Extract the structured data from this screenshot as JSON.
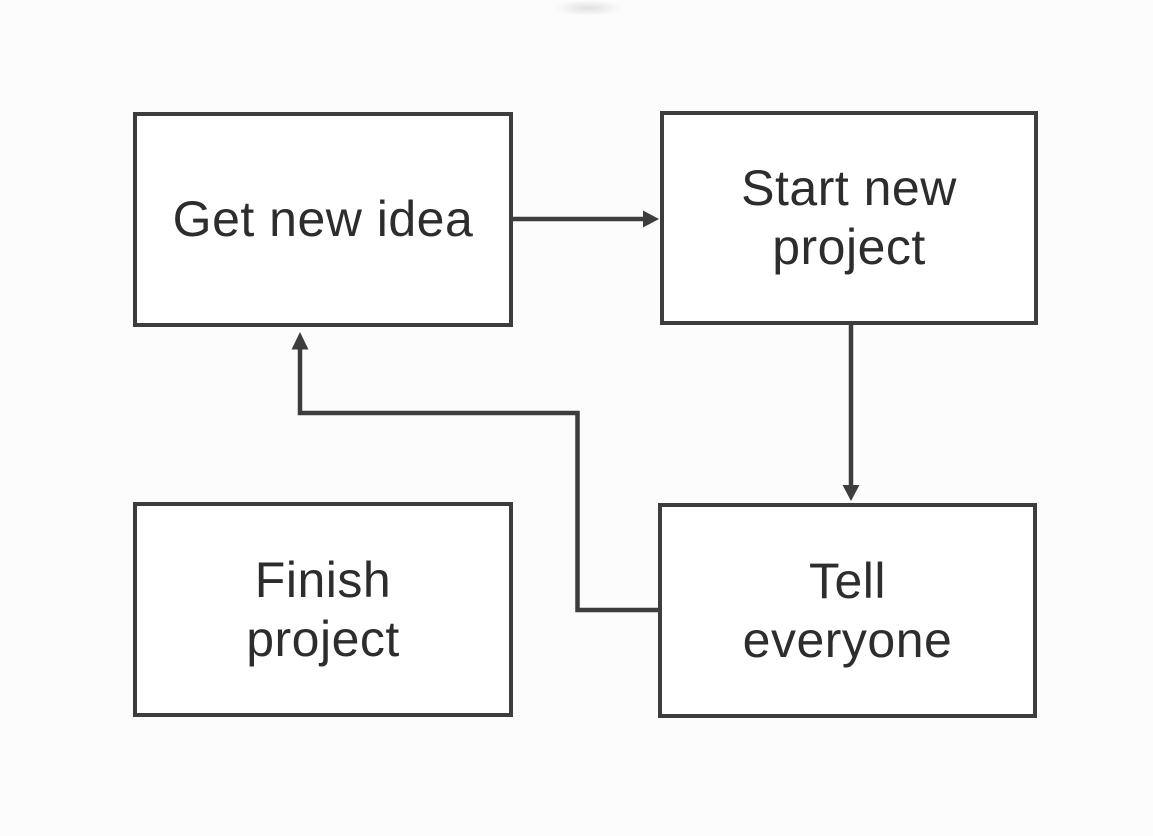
{
  "diagram": {
    "type": "flowchart",
    "background_color": "#fcfcfc",
    "node_fill_color": "#ffffff",
    "stroke_color": "#3d3d3d",
    "text_color": "#2d2d2d",
    "nodes": [
      {
        "id": "get-new-idea",
        "label": "Get new idea"
      },
      {
        "id": "start-new-project",
        "label": "Start new\nproject"
      },
      {
        "id": "tell-everyone",
        "label": "Tell\neveryone"
      },
      {
        "id": "finish-project",
        "label": "Finish\nproject"
      }
    ],
    "edges": [
      {
        "from": "Get new idea",
        "to": "Start new project",
        "shape": "straight-right-arrow"
      },
      {
        "from": "Start new project",
        "to": "Tell everyone",
        "shape": "straight-down-arrow"
      },
      {
        "from": "Tell everyone",
        "to": "Get new idea",
        "shape": "elbow-loop-back-arrow"
      }
    ],
    "unconnected_nodes": [
      "Finish project"
    ]
  }
}
